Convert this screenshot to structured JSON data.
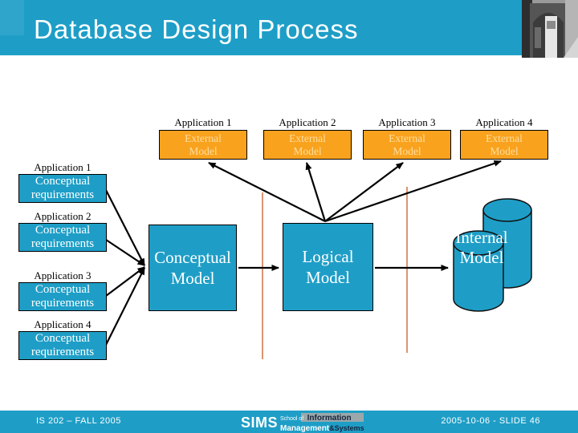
{
  "header": {
    "title": "Database Design Process"
  },
  "diagram": {
    "external_row": [
      {
        "app": "Application 1",
        "label": "External Model"
      },
      {
        "app": "Application 2",
        "label": "External Model"
      },
      {
        "app": "Application 3",
        "label": "External Model"
      },
      {
        "app": "Application 4",
        "label": "External Model"
      }
    ],
    "conceptual_column": [
      {
        "app": "Application 1",
        "label": "Conceptual requirements"
      },
      {
        "app": "Application 2",
        "label": "Conceptual requirements"
      },
      {
        "app": "Application 3",
        "label": "Conceptual requirements"
      },
      {
        "app": "Application 4",
        "label": "Conceptual requirements"
      }
    ],
    "conceptual_model_label": "Conceptual Model",
    "logical_model_label": "Logical Model",
    "internal_model_label": "Internal Model"
  },
  "footer": {
    "course": "IS 202 – FALL 2005",
    "slide_info": "2005-10-06 - SLIDE 46",
    "logo": {
      "acronym": "SIMS",
      "school_of": "School of",
      "information": "Information",
      "management": "Management",
      "systems": "&Systems"
    }
  },
  "colors": {
    "teal": "#1E9EC7",
    "orange_box": "#F9A21E",
    "orange_divider_line": "#CC6633",
    "external_text": "#FFDF9F",
    "arrow": "#000000"
  }
}
